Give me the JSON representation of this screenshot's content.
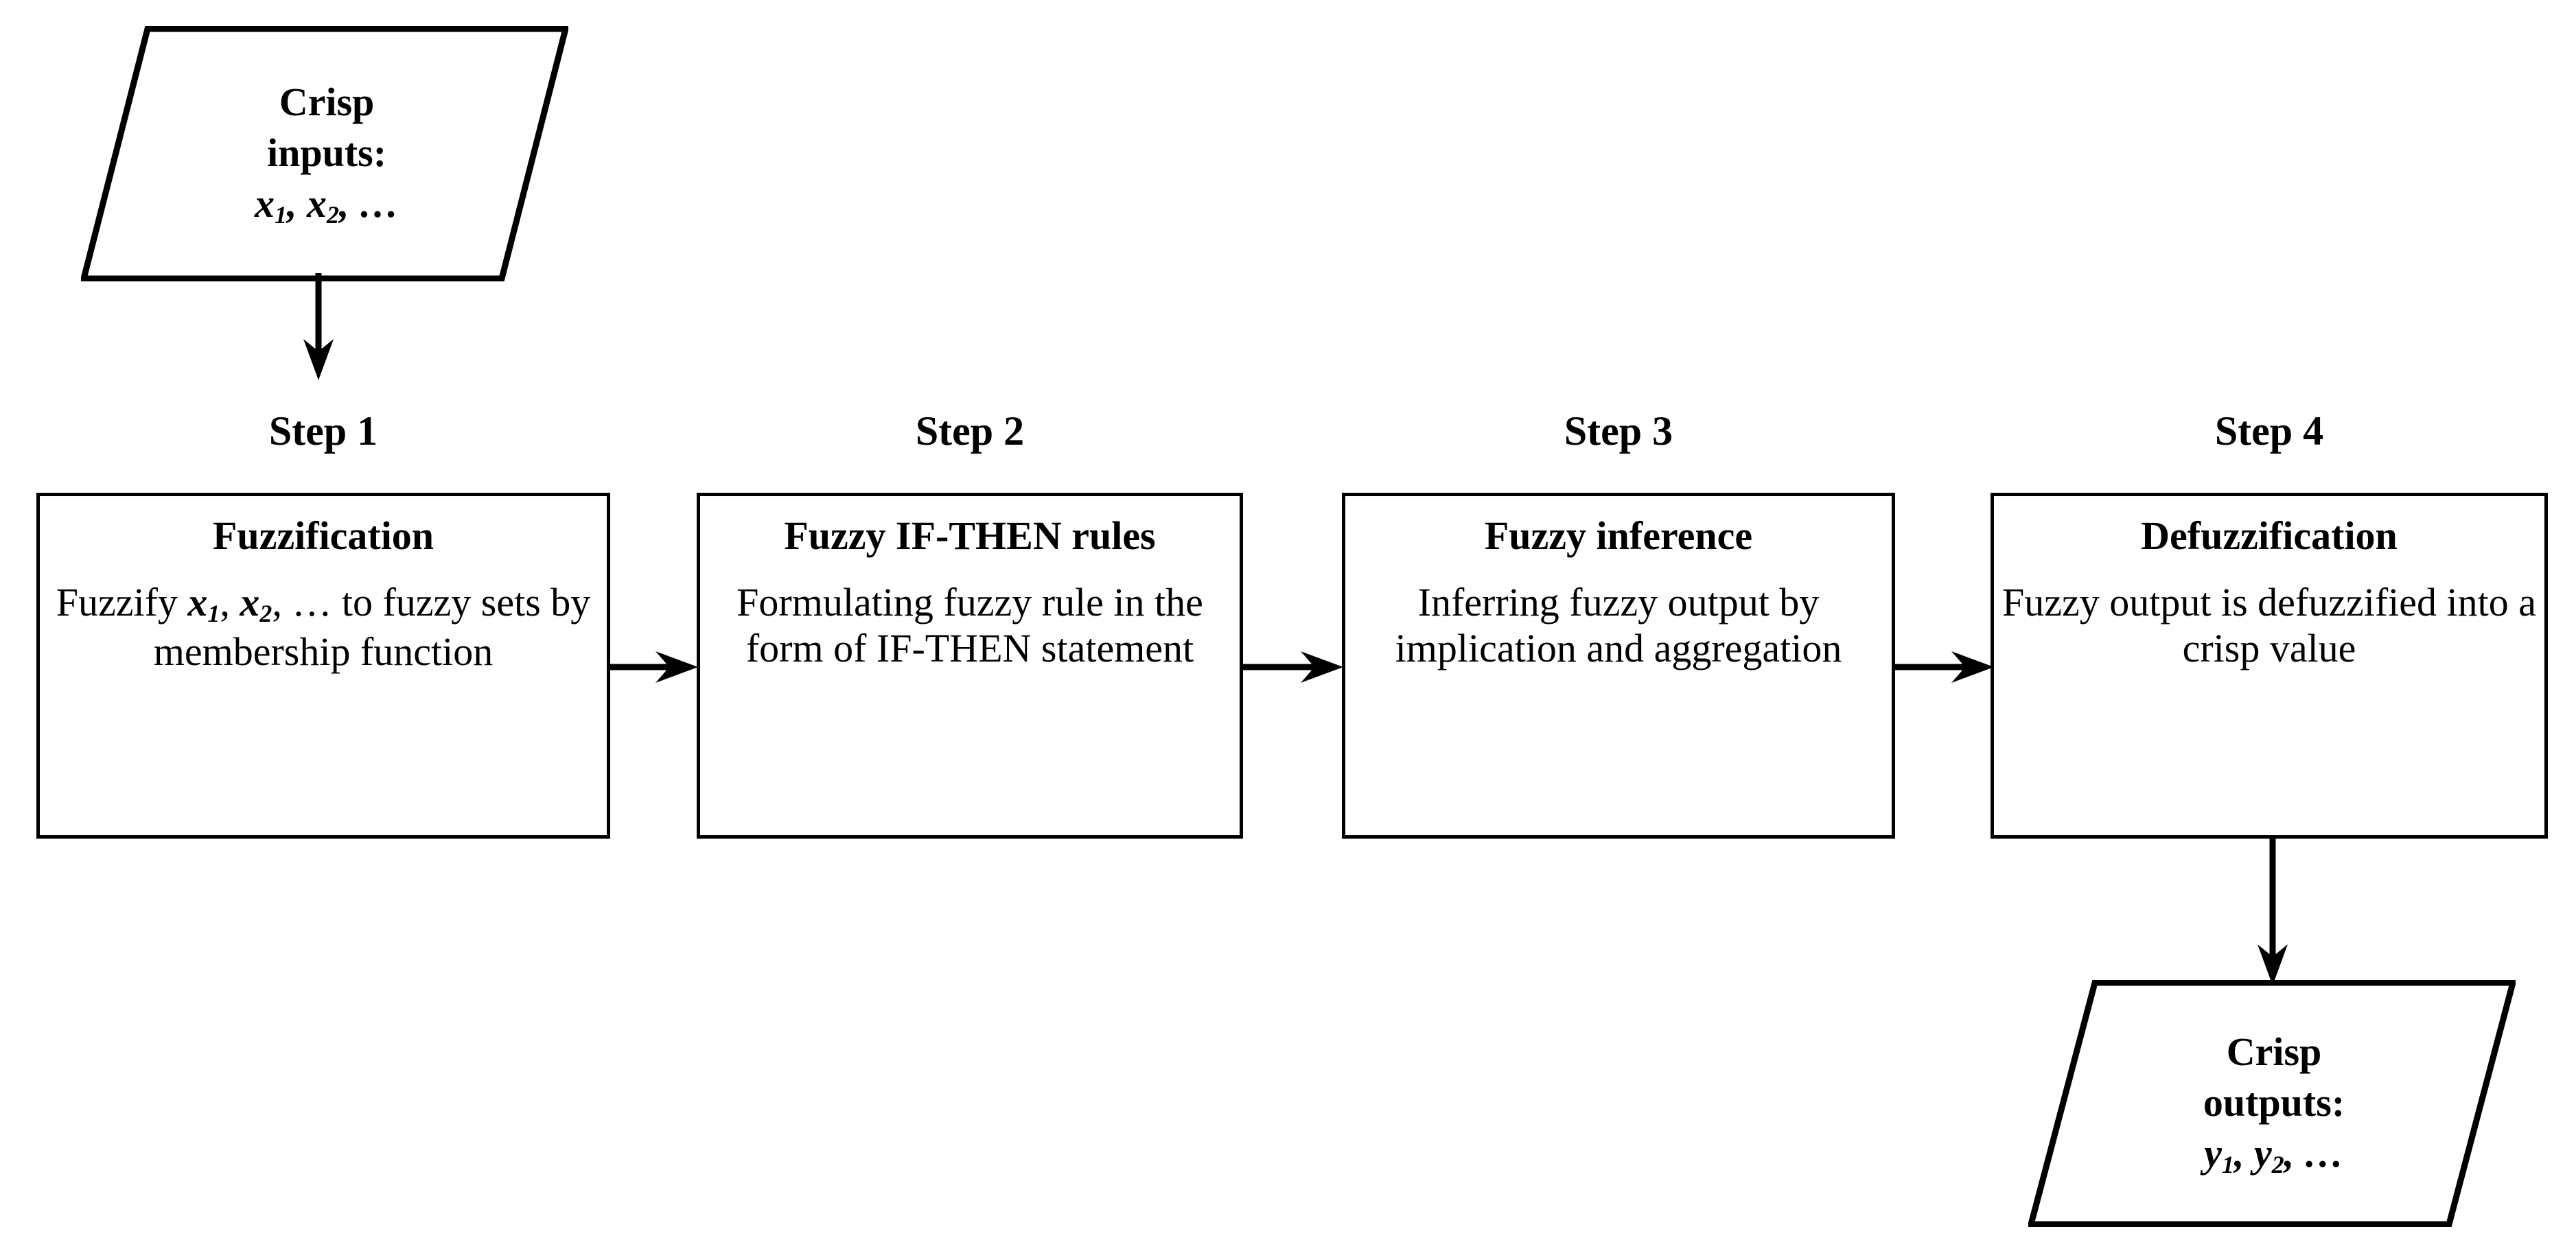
{
  "diagram": {
    "title": "Fuzzy inference system process flowchart",
    "stroke_color": "#000000",
    "background_color": "#ffffff"
  },
  "input_node": {
    "shape": "parallelogram",
    "line1": "Crisp",
    "line2": "inputs:",
    "line3_prefix": "x",
    "line3_sub1": "1",
    "line3_mid": ", ",
    "line3_prefix2": "x",
    "line3_sub2": "2",
    "line3_suffix": ", …",
    "full_text": "Crisp inputs: x1, x2, …"
  },
  "output_node": {
    "shape": "parallelogram",
    "line1": "Crisp",
    "line2": "outputs:",
    "line3_prefix": "y",
    "line3_sub1": "1",
    "line3_mid": ", ",
    "line3_prefix2": "y",
    "line3_sub2": "2",
    "line3_suffix": ", …",
    "full_text": "Crisp outputs: y1, y2, …"
  },
  "steps": [
    {
      "label": "Step 1",
      "title": "Fuzzification",
      "body_pre": "Fuzzify ",
      "body_var1": "x",
      "body_sub1": "1",
      "body_mid": ", ",
      "body_var2": "x",
      "body_sub2": "2",
      "body_post": ", … to fuzzy sets by membership function",
      "body_plain": "Fuzzify x1, x2, … to fuzzy sets by membership function"
    },
    {
      "label": "Step 2",
      "title": "Fuzzy IF-THEN rules",
      "body_plain": "Formulating fuzzy rule in the form of IF-THEN statement"
    },
    {
      "label": "Step 3",
      "title": "Fuzzy inference",
      "body_plain": "Inferring fuzzy output by implication and aggregation"
    },
    {
      "label": "Step 4",
      "title": "Defuzzification",
      "body_plain": "Fuzzy output is defuzzified into a crisp value"
    }
  ],
  "connectors": [
    {
      "name": "input-to-step1",
      "direction": "down",
      "from": "input_node",
      "to": "step-1"
    },
    {
      "name": "step1-to-step2",
      "direction": "right",
      "from": "step-1",
      "to": "step-2"
    },
    {
      "name": "step2-to-step3",
      "direction": "right",
      "from": "step-2",
      "to": "step-3"
    },
    {
      "name": "step3-to-step4",
      "direction": "right",
      "from": "step-3",
      "to": "step-4"
    },
    {
      "name": "step4-to-output",
      "direction": "down",
      "from": "step-4",
      "to": "output_node"
    }
  ]
}
